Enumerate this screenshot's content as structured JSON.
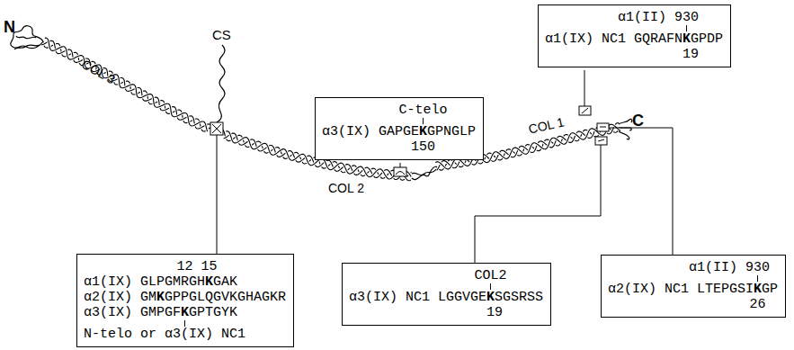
{
  "diagram": {
    "nodes": [
      {
        "text": [
          "C-telo",
          "α3(IX) GAPGEKGPNGLP",
          "150"
        ]
      },
      {
        "text": [
          "α1(II) 930",
          "α1(IX) NC1 GQRAFNKGPDP",
          "19"
        ]
      },
      {
        "text": [
          "12",
          "15",
          "α1(IX) GLPGMRGHKGAK",
          "α2(IX) GMKGPPGLQGVKGHAGKR",
          "α3(IX) GMPGFKGPTGYK",
          "N-telo or α3(IX) NC1"
        ]
      },
      {
        "text": [
          "COL2",
          "α3(IX) NC1 LGGVGEKSGSRSS",
          "19"
        ]
      },
      {
        "text": [
          "α1(II) 930",
          "α2(IX) NC1 LTEPGSIKGP",
          "26"
        ]
      }
    ],
    "labels": [
      "N",
      "CS",
      "COL 3",
      "COL 2",
      "COL 1",
      "C"
    ]
  }
}
